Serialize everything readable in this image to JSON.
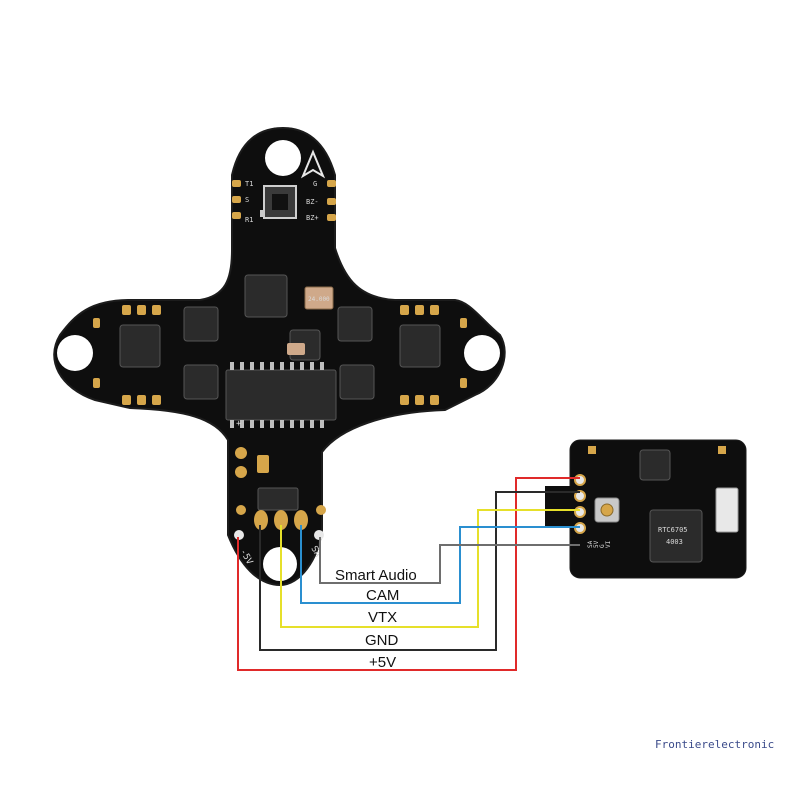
{
  "diagram": {
    "wires": [
      {
        "id": "smart-audio",
        "label": "Smart Audio",
        "color": "#6e6e6e"
      },
      {
        "id": "cam",
        "label": "CAM",
        "color": "#2a8fd0"
      },
      {
        "id": "vtx",
        "label": "VTX",
        "color": "#e6e02a"
      },
      {
        "id": "gnd",
        "label": "GND",
        "color": "#2a2a2a"
      },
      {
        "id": "plus5v",
        "label": "+5V",
        "color": "#e02a2a"
      }
    ],
    "fc_pad_labels": {
      "minus5v": "-5V",
      "sa": "SA",
      "plus": "+",
      "pad_t1": "T1",
      "pad_s": "S",
      "pad_g": "G",
      "pad_bz": "BZ-",
      "pad_bz2": "BZ+",
      "pad_r1": "R1"
    },
    "vtx_pad_labels": {
      "sa": "SA",
      "v5": "5V",
      "gnd": "G",
      "vi": "VI"
    },
    "chip_text": [
      "RTC6705",
      "4003"
    ],
    "crystal_text": "24.000",
    "watermark": "Frontierelectronic",
    "colors": {
      "pcb": "#0e0e0e",
      "pad": "#d6a64a",
      "silk": "#e8e8e8"
    }
  }
}
